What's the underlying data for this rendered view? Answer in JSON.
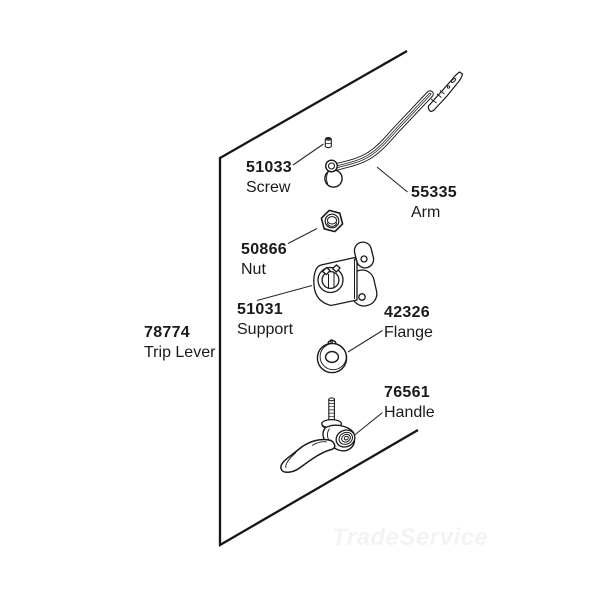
{
  "diagram": {
    "assembly": {
      "part_number": "78774",
      "name": "Trip Lever"
    },
    "parts": [
      {
        "part_number": "51033",
        "name": "Screw"
      },
      {
        "part_number": "55335",
        "name": "Arm"
      },
      {
        "part_number": "50866",
        "name": "Nut"
      },
      {
        "part_number": "51031",
        "name": "Support"
      },
      {
        "part_number": "42326",
        "name": "Flange"
      },
      {
        "part_number": "76561",
        "name": "Handle"
      }
    ],
    "watermark": "TradeService",
    "colors": {
      "line": "#1a1a1a",
      "background": "#ffffff",
      "watermark": "#f3f3f3"
    }
  }
}
